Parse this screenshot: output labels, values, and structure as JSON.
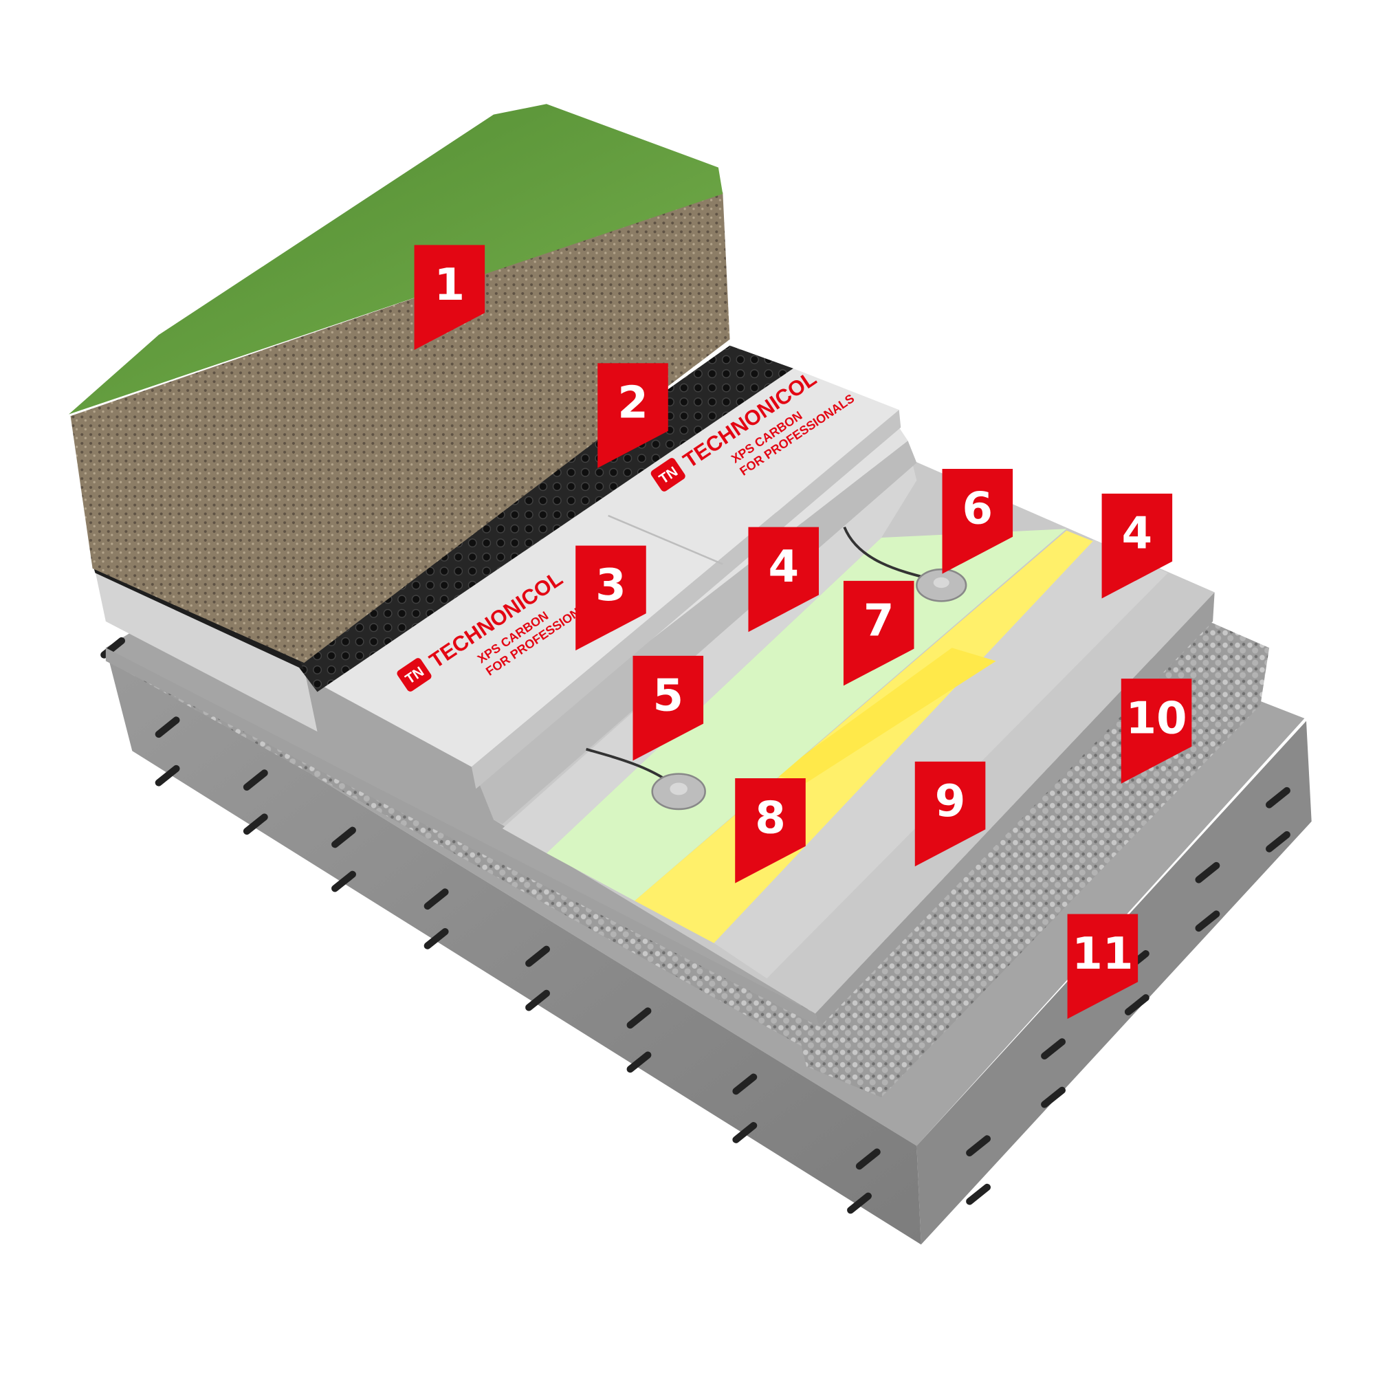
{
  "diagram": {
    "title": "Green roof layered construction",
    "brand": {
      "name": "TECHNONICOL",
      "product": "XPS CARBON",
      "tagline": "FOR PROFESSIONALS",
      "logo_text": "TN"
    },
    "colors": {
      "flag_red": "#e30613",
      "grass": "#5f9a3c",
      "soil": "#8a7a62",
      "membrane": "#1e1e1e",
      "xps": "#d9d9d9",
      "geotextile": "#cfcfcf",
      "green_membrane": "#d6f5bf",
      "yellow_membrane": "#fff06a",
      "screed": "#bdbdbd",
      "gravel": "#a9a9a9",
      "concrete": "#8f8f8f"
    },
    "markers": [
      {
        "label": "1",
        "layer": "grass-soil"
      },
      {
        "label": "2",
        "layer": "drainage-membrane"
      },
      {
        "label": "3",
        "layer": "xps-insulation"
      },
      {
        "label": "4",
        "layer": "geotextile-upper"
      },
      {
        "label": "5",
        "layer": "anchor-left"
      },
      {
        "label": "6",
        "layer": "anchor-right"
      },
      {
        "label": "7",
        "layer": "green-membrane"
      },
      {
        "label": "8",
        "layer": "yellow-membrane"
      },
      {
        "label": "9",
        "layer": "screed"
      },
      {
        "label": "4",
        "layer": "geotextile-lower"
      },
      {
        "label": "10",
        "layer": "expanded-clay-gravel"
      },
      {
        "label": "11",
        "layer": "concrete-slab"
      }
    ]
  }
}
